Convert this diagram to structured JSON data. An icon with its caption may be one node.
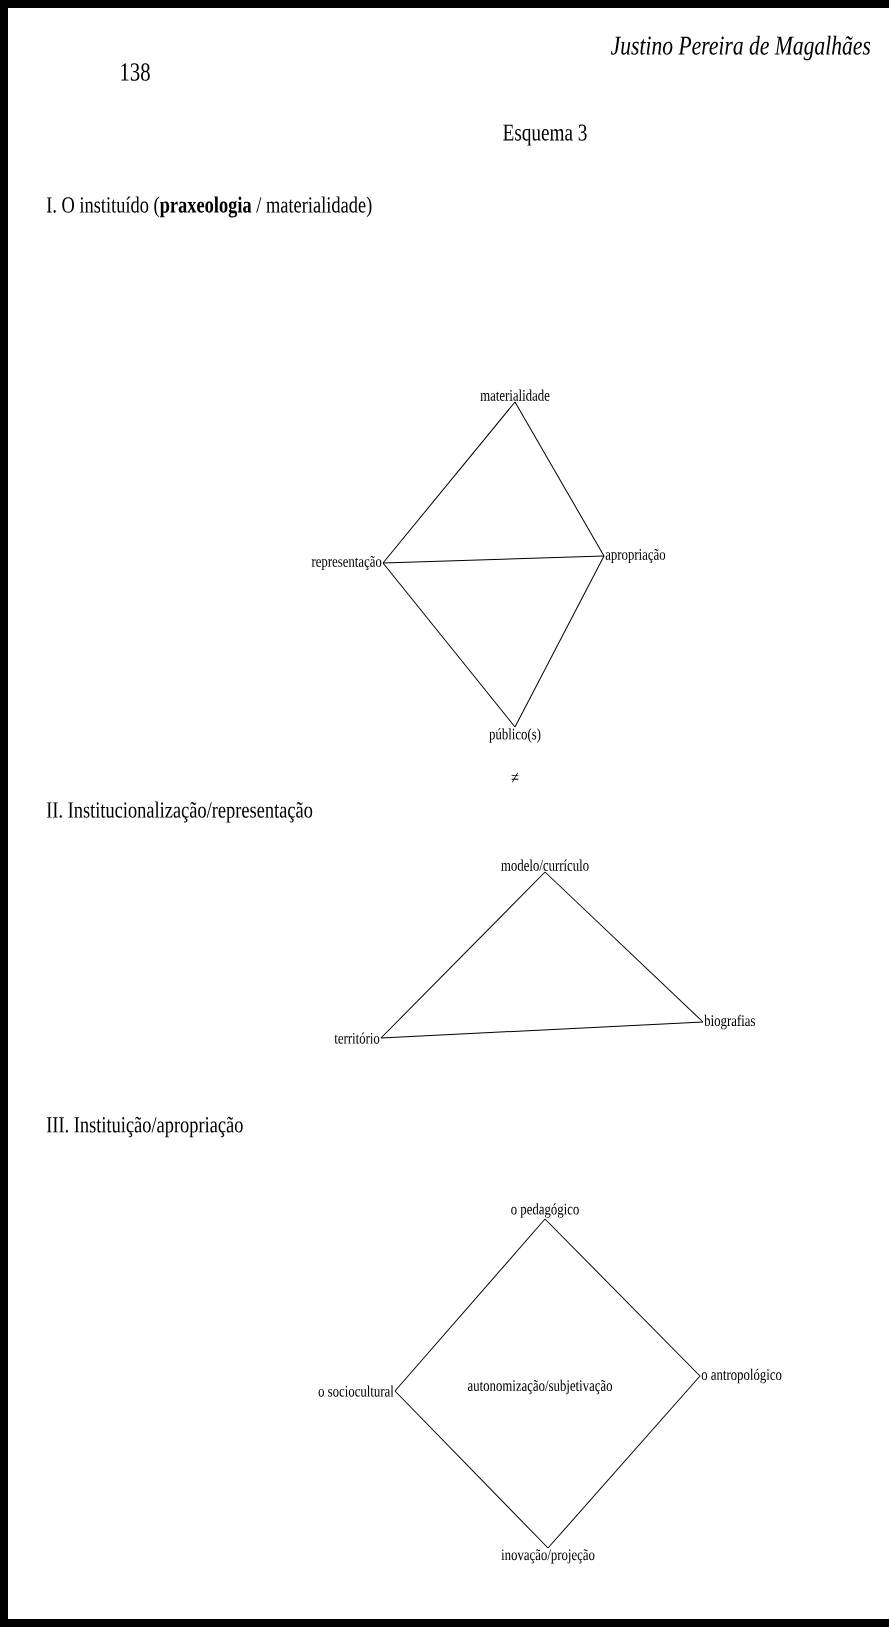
{
  "diagram": {
    "title": "Esquema 3",
    "nodes": [
      {
        "text": [
          "materialidade"
        ]
      },
      {
        "text": [
          "representação"
        ]
      },
      {
        "text": [
          "apropriação"
        ]
      },
      {
        "text": [
          "público(s)"
        ]
      },
      {
        "text": [
          "modelo/currículo"
        ]
      },
      {
        "text": [
          "território"
        ]
      },
      {
        "text": [
          "biografias"
        ]
      },
      {
        "text": [
          "o pedagógico"
        ]
      },
      {
        "text": [
          "o sociocultural"
        ]
      },
      {
        "text": [
          "o antropológico"
        ]
      },
      {
        "text": [
          "inovação/projeção"
        ]
      }
    ],
    "edges": [
      {
        "from": 0,
        "to": 1,
        "arrow": "none"
      },
      {
        "from": 0,
        "to": 2,
        "arrow": "none"
      },
      {
        "from": 1,
        "to": 2,
        "arrow": "none"
      },
      {
        "from": 1,
        "to": 3,
        "arrow": "none"
      },
      {
        "from": 2,
        "to": 3,
        "arrow": "none"
      },
      {
        "from": 4,
        "to": 5,
        "arrow": "none"
      },
      {
        "from": 4,
        "to": 6,
        "arrow": "none"
      },
      {
        "from": 5,
        "to": 6,
        "arrow": "none"
      },
      {
        "from": 7,
        "to": 8,
        "arrow": "none"
      },
      {
        "from": 7,
        "to": 9,
        "arrow": "none"
      },
      {
        "from": 8,
        "to": 10,
        "arrow": "none"
      },
      {
        "from": 9,
        "to": 10,
        "arrow": "none"
      }
    ],
    "labels": [
      "138",
      "Justino Pereira de Magalhães",
      "I. O instituído (**praxeologia** / materialidade)",
      "≠",
      "II. Institucionalização/representação",
      "III. Instituição/apropriação",
      "autonomização/subjetivação"
    ]
  }
}
